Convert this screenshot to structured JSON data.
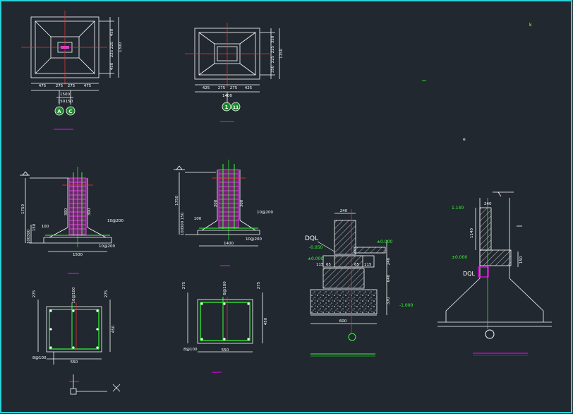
{
  "colors": {
    "background": "#212830",
    "frame_border": "#2bd0d8",
    "line": "#ffffff",
    "rebar": "#e040e0",
    "axis_red": "#ff3030",
    "rebar_green": "#33ff33",
    "marker_magenta": "#ff00ff",
    "marker_yellow": "#ffff00"
  },
  "misc": {
    "k": "k",
    "e": "e"
  },
  "plan_a": {
    "dims_right": [
      "450",
      "225",
      "225",
      "450"
    ],
    "total_right": "1300",
    "dims_bottom": [
      "475",
      "275",
      "275",
      "475"
    ],
    "total_bottom": "1500",
    "dims_small": [
      "150",
      "150"
    ],
    "axis_labels": [
      "A",
      "C"
    ]
  },
  "plan_b": {
    "dims_right": [
      "350",
      "225",
      "225",
      "350"
    ],
    "total_right": "1150",
    "dims_bottom": [
      "425",
      "275",
      "275",
      "425"
    ],
    "total_bottom": "1400",
    "axis_labels": [
      "1",
      "11"
    ]
  },
  "section_a": {
    "height": "1750",
    "dims_left": [
      "100",
      "300",
      "150"
    ],
    "bar_labels": [
      "300",
      "300"
    ],
    "rebar_note": "10@200",
    "rebar_note_b": "10@200",
    "top_dim": "100",
    "width": "1500"
  },
  "section_b": {
    "height": "1750",
    "dims_left": [
      "100",
      "300",
      "150"
    ],
    "bar_labels": [
      "300",
      "300"
    ],
    "rebar_note": "10@200",
    "rebar_note_b": "10@200",
    "top_dim": "100",
    "width": "1400"
  },
  "column_a": {
    "dims_top": [
      "275",
      "10@100",
      "275"
    ],
    "side_dim": "450",
    "bottom_dim": "550",
    "bar_note": "8@100"
  },
  "column_b": {
    "dims_top": [
      "275",
      "8@100",
      "275"
    ],
    "side_dim": "450",
    "bottom_dim": "550",
    "bar_note": "8@100"
  },
  "wall_detail": {
    "top_dim": "240",
    "beam_label": "DQL",
    "elev_top": "±0.000",
    "elev_left": "-0.050",
    "elev_left2": "±0.000",
    "dims_mid": [
      "115",
      "65",
      "65",
      "115"
    ],
    "right_dims": [
      "240",
      "640",
      "370"
    ],
    "elev_bottom": "-1.000",
    "width": "600"
  },
  "wall_detail_b": {
    "top_dim": "240",
    "elev_top": "1.140",
    "height_dim": "1140",
    "elev_mid": "±0.000",
    "beam_label": "DQL",
    "right_dim": "150"
  }
}
